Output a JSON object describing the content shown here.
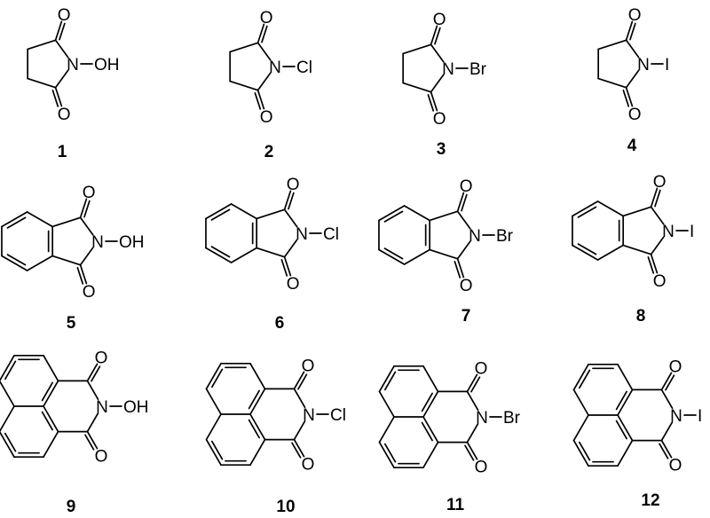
{
  "atoms": {
    "nitrogen": "N",
    "oxygen": "O"
  },
  "compounds": [
    {
      "number": "1",
      "substituent": "OH"
    },
    {
      "number": "2",
      "substituent": "Cl"
    },
    {
      "number": "3",
      "substituent": "Br"
    },
    {
      "number": "4",
      "substituent": "I"
    },
    {
      "number": "5",
      "substituent": "OH"
    },
    {
      "number": "6",
      "substituent": "Cl"
    },
    {
      "number": "7",
      "substituent": "Br"
    },
    {
      "number": "8",
      "substituent": "I"
    },
    {
      "number": "9",
      "substituent": "OH"
    },
    {
      "number": "10",
      "substituent": "Cl"
    },
    {
      "number": "11",
      "substituent": "Br"
    },
    {
      "number": "12",
      "substituent": "I"
    }
  ]
}
